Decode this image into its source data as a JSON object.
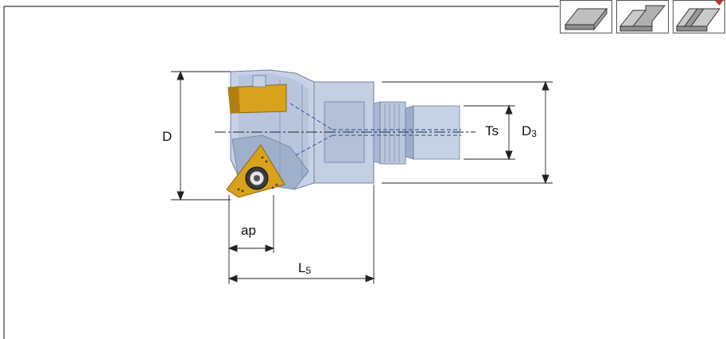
{
  "labels": {
    "diameter": "D",
    "shank_diameter_main": "D",
    "shank_diameter_sub": "3",
    "thread": "Ts",
    "depth_of_cut": "ap",
    "length_main": "L",
    "length_sub": "5"
  },
  "icons": [
    {
      "name": "face-milling-icon"
    },
    {
      "name": "shoulder-milling-icon"
    },
    {
      "name": "slot-milling-icon"
    }
  ],
  "colors": {
    "tool_body": "#b9c6dc",
    "tool_shadow": "#8ea2c2",
    "insert": "#d9a21c",
    "insert_dark": "#8a6410",
    "accent_red": "#e0252a",
    "dim_line": "#222222"
  }
}
